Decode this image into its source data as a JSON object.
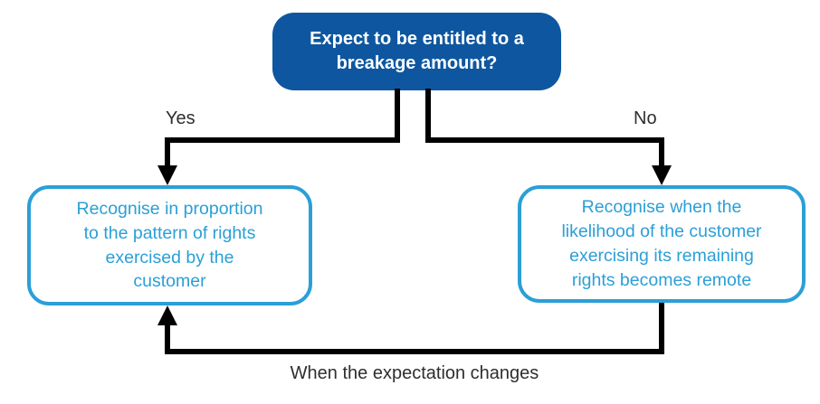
{
  "colors": {
    "canvas_bg": "#FFFFFF",
    "decision_bg": "#0E57A0",
    "outcome_border": "#2B9FD7",
    "outcome_text": "#2B9FD7",
    "connector": "#000000",
    "label_text": "#2E2E2E"
  },
  "decision": {
    "lines": [
      "Expect to be entitled to a",
      "breakage amount?"
    ]
  },
  "branches": {
    "yes_label": "Yes",
    "no_label": "No"
  },
  "outcomes": {
    "yes_lines": [
      "Recognise in proportion",
      "to the pattern of rights",
      "exercised by the",
      "customer"
    ],
    "no_lines": [
      "Recognise when the",
      "likelihood of the customer",
      "exercising its remaining",
      "rights becomes remote"
    ]
  },
  "feedback_label": "When the expectation changes"
}
